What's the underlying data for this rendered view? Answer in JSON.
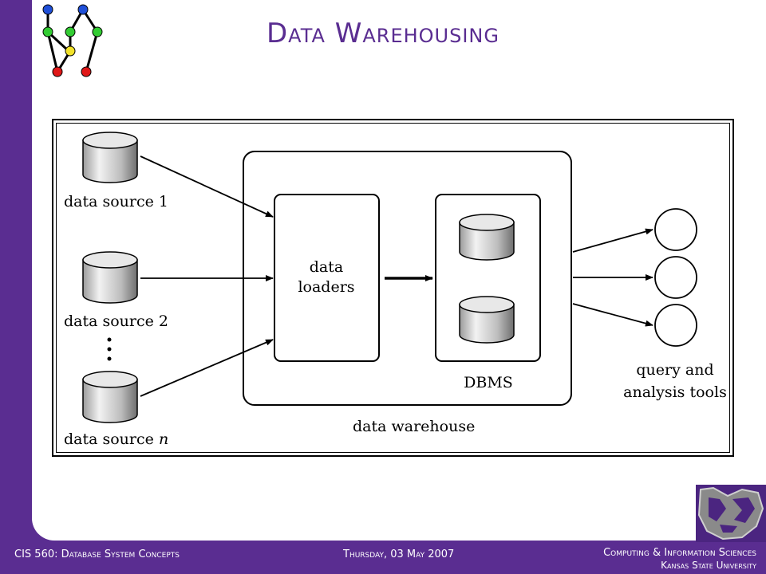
{
  "slide": {
    "title": "Data Warehousing",
    "footer_left": "CIS 560: Database System Concepts",
    "footer_center": "Thursday, 03 May 2007",
    "footer_right_line1": "Computing & Information Sciences",
    "footer_right_line2": "Kansas State University"
  },
  "diagram": {
    "sources": [
      {
        "label": "data source 1",
        "suffix": ""
      },
      {
        "label": "data source 2",
        "suffix": ""
      },
      {
        "label": "data source ",
        "suffix": "n"
      }
    ],
    "loaders_line1": "data",
    "loaders_line2": "loaders",
    "dbms_label": "DBMS",
    "warehouse_label": "data warehouse",
    "tools_line1": "query and",
    "tools_line2": "analysis tools"
  },
  "colors": {
    "brand_purple": "#5a2d91",
    "background": "#ffffff",
    "footer_text": "#ffffff"
  },
  "icons": [
    "graph-logo-icon",
    "wildcat-logo-icon",
    "cylinder-icon",
    "circle-icon",
    "arrow-icon",
    "ellipsis-icon"
  ]
}
